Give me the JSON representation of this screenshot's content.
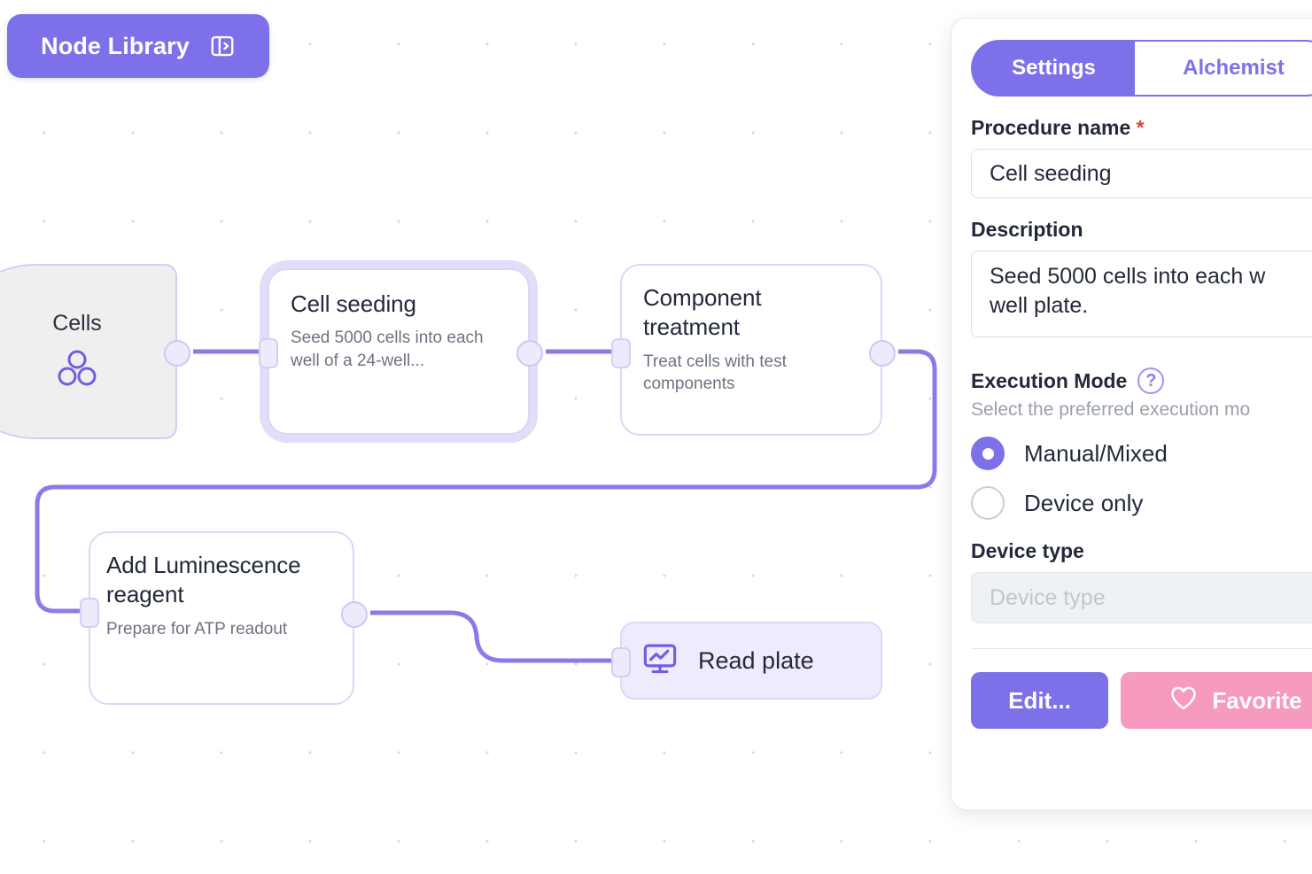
{
  "toolbar": {
    "node_library_label": "Node Library",
    "node_library_icon": "panel-expand-icon"
  },
  "canvas": {
    "nodes": [
      {
        "id": "cells",
        "label": "Cells",
        "icon": "three-circles-icon",
        "type": "source",
        "selected": false
      },
      {
        "id": "cell-seeding",
        "title": "Cell seeding",
        "description": "Seed 5000 cells into each well of a 24-well...",
        "type": "procedure",
        "selected": true
      },
      {
        "id": "component-treatment",
        "title": "Component treatment",
        "description": "Treat cells with test components",
        "type": "procedure",
        "selected": false
      },
      {
        "id": "add-luminescence-reagent",
        "title": "Add Luminescence reagent",
        "description": "Prepare for ATP readout",
        "type": "procedure",
        "selected": false
      },
      {
        "id": "read-plate",
        "title": "Read plate",
        "icon": "monitor-chart-icon",
        "type": "device",
        "selected": false
      }
    ]
  },
  "panel": {
    "tabs": [
      {
        "label": "Settings",
        "active": true
      },
      {
        "label": "Alchemist",
        "active": false
      }
    ],
    "procedure_name": {
      "label": "Procedure name",
      "required_marker": "*",
      "value": "Cell seeding"
    },
    "description": {
      "label": "Description",
      "value_line1": "Seed 5000 cells into each w",
      "value_line2": "well plate."
    },
    "execution_mode": {
      "label": "Execution Mode",
      "help_icon": "question-circle-icon",
      "subtitle": "Select the preferred execution mo",
      "options": [
        {
          "label": "Manual/Mixed",
          "selected": true
        },
        {
          "label": "Device only",
          "selected": false
        }
      ]
    },
    "device_type": {
      "label": "Device type",
      "placeholder": "Device type",
      "value": "",
      "disabled": true
    },
    "actions": {
      "edit_label": "Edit...",
      "favorite_label": "Favorite",
      "favorite_icon": "heart-icon"
    }
  },
  "colors": {
    "accent_purple": "#7d71ea",
    "edge_purple": "#8a7ce8",
    "node_border": "#ddd6f7",
    "pink": "#f79ac0",
    "required_red": "#d04a3a"
  }
}
